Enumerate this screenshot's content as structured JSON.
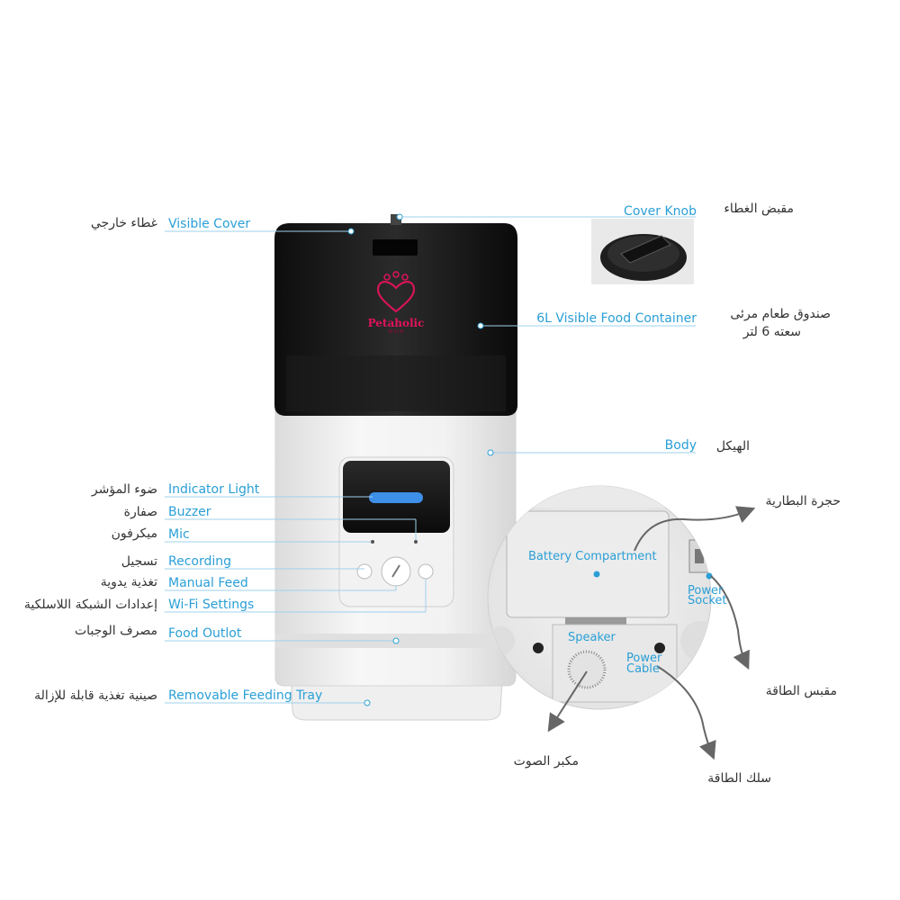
{
  "colors": {
    "accent": "#2a9fd6",
    "brand": "#e0135b",
    "text": "#333333"
  },
  "brand": {
    "name": "Petaholic",
    "sub": "BY A.I.M"
  },
  "labels": {
    "visible_cover": {
      "en": "Visible Cover",
      "ar": "غطاء خارجي"
    },
    "cover_knob": {
      "en": "Cover Knob",
      "ar": "مقبض الغطاء"
    },
    "food_container": {
      "en": "6L Visible Food Container",
      "ar_line1": "صندوق طعام مرئى",
      "ar_line2": "سعته 6 لتر"
    },
    "body": {
      "en": "Body",
      "ar": "الهيكل"
    },
    "indicator_light": {
      "en": "Indicator Light",
      "ar": "ضوء المؤشر"
    },
    "buzzer": {
      "en": "Buzzer",
      "ar": "صفارة"
    },
    "mic": {
      "en": "Mic",
      "ar": "ميكرفون"
    },
    "recording": {
      "en": "Recording",
      "ar": "تسجيل"
    },
    "manual_feed": {
      "en": "Manual Feed",
      "ar": "تغذية يدوية"
    },
    "wifi_settings": {
      "en": "Wi-Fi Settings",
      "ar": "إعدادات الشبكة اللاسلكية"
    },
    "food_outlet": {
      "en": "Food Outlot",
      "ar": "مصرف الوجبات"
    },
    "feeding_tray": {
      "en": "Removable Feeding Tray",
      "ar": "صينية تغذية قابلة للإزالة"
    }
  },
  "inset": {
    "battery_compartment": {
      "en": "Battery Compartment",
      "ar": "حجرة البطارية"
    },
    "power_socket": {
      "en_line1": "Power",
      "en_line2": "Socket",
      "ar": "مقبس الطاقة"
    },
    "speaker": {
      "en": "Speaker",
      "ar": "مكبر الصوت"
    },
    "power_cable": {
      "en_line1": "Power",
      "en_line2": "Cable",
      "ar": "سلك الطاقة"
    }
  }
}
